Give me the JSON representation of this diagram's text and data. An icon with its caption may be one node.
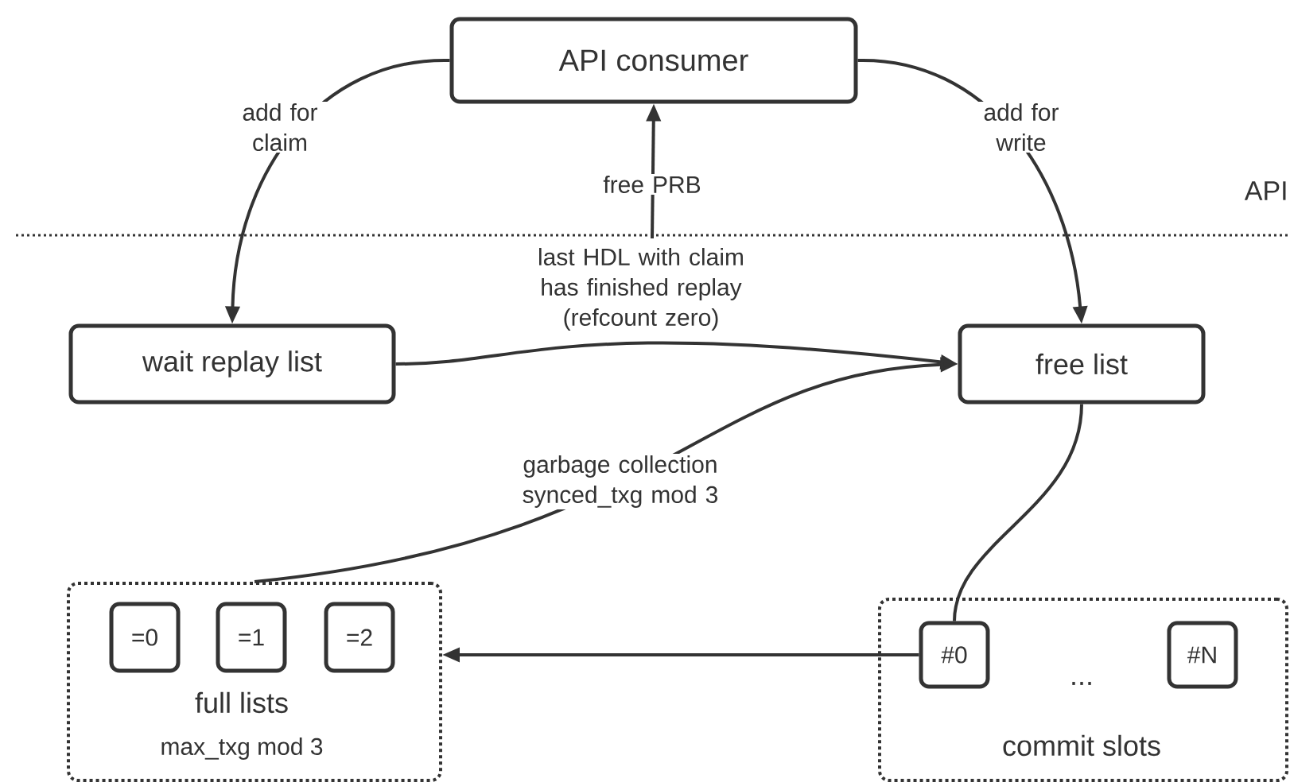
{
  "diagram": {
    "nodes": [
      {
        "text": [
          "API consumer"
        ]
      },
      {
        "text": [
          "wait replay list"
        ]
      },
      {
        "text": [
          "free list"
        ]
      },
      {
        "text": [
          "full lists",
          "max_txg mod 3"
        ]
      },
      {
        "text": [
          "=0"
        ],
        "in": 3
      },
      {
        "text": [
          "=1"
        ],
        "in": 3
      },
      {
        "text": [
          "=2"
        ],
        "in": 3
      },
      {
        "text": [
          "commit slots"
        ]
      },
      {
        "text": [
          "#0"
        ],
        "in": 7
      },
      {
        "text": [
          "#N"
        ],
        "in": 7
      }
    ],
    "edges": [
      {
        "from": 0,
        "to": 1,
        "arrow": "to",
        "label": "add for claim"
      },
      {
        "from": 0,
        "to": 2,
        "arrow": "to",
        "label": "add for write"
      },
      {
        "from": null,
        "to": 0,
        "arrow": "to",
        "label": "free PRB"
      },
      {
        "from": 1,
        "to": 2,
        "arrow": "to",
        "label": "last HDL with claim has finished replay (refcount zero)"
      },
      {
        "from": 3,
        "to": 2,
        "arrow": "to",
        "label": "garbage collection synced_txg mod 3"
      },
      {
        "from": 2,
        "to": 8,
        "arrow": "none"
      },
      {
        "from": 8,
        "to": 3,
        "arrow": "to"
      }
    ],
    "labels": [
      "API",
      "..."
    ]
  }
}
